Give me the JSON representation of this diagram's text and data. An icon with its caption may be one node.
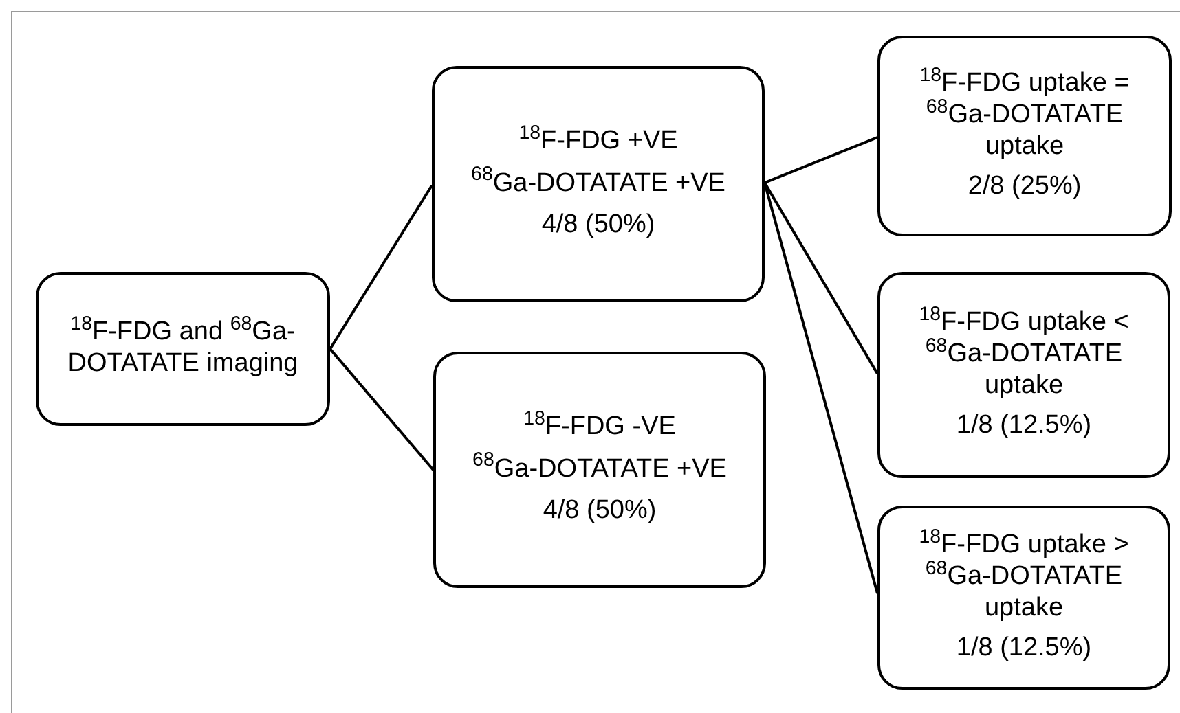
{
  "diagram": {
    "nodes": [
      {
        "text": [
          "$^{18}$F-FDG and $^{68}$Ga-DOTATATE imaging"
        ]
      },
      {
        "text": [
          "$^{18}$F-FDG +VE",
          "$^{68}$Ga-DOTATATE +VE",
          "4/8 (50%)"
        ]
      },
      {
        "text": [
          "$^{18}$F-FDG -VE",
          "$^{68}$Ga-DOTATATE +VE",
          "4/8 (50%)"
        ]
      },
      {
        "text": [
          "$^{18}$F-FDG uptake = $^{68}$Ga-DOTATATE uptake",
          "2/8 (25%)"
        ]
      },
      {
        "text": [
          "$^{18}$F-FDG uptake < $^{68}$Ga-DOTATATE uptake",
          "1/8 (12.5%)"
        ]
      },
      {
        "text": [
          "$^{18}$F-FDG uptake > $^{68}$Ga-DOTATATE uptake",
          "1/8 (12.5%)"
        ]
      }
    ],
    "edges": [
      {
        "from": 0,
        "to": 1,
        "arrow": "none"
      },
      {
        "from": 0,
        "to": 2,
        "arrow": "none"
      },
      {
        "from": 1,
        "to": 3,
        "arrow": "none"
      },
      {
        "from": 1,
        "to": 4,
        "arrow": "none"
      },
      {
        "from": 1,
        "to": 5,
        "arrow": "none"
      }
    ]
  }
}
